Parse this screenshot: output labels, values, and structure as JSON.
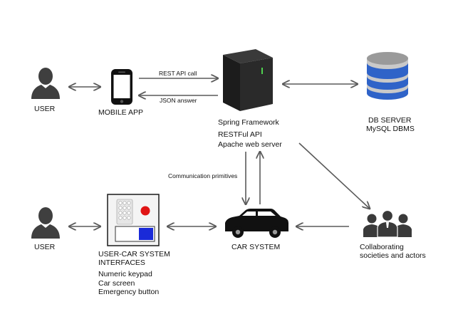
{
  "nodes": {
    "user_top": "USER",
    "mobile_app": "MOBILE APP",
    "server": [
      "Spring Framework",
      "RESTFul API",
      "Apache web server"
    ],
    "db": [
      "DB SERVER",
      "MySQL DBMS"
    ],
    "user_bottom": "USER",
    "interfaces": [
      "USER-CAR SYSTEM",
      "INTERFACES",
      "Numeric keypad",
      "Car screen",
      "Emergency button"
    ],
    "car": "CAR SYSTEM",
    "collab": [
      "Collaborating",
      "societies and actors"
    ]
  },
  "edges": {
    "rest_call": "REST API call",
    "json_answer": "JSON answer",
    "comm": "Communication primitives"
  },
  "colors": {
    "arrow": "#5a5a5a",
    "icon": "#3f3f3f",
    "db_blue": "#2f63c8",
    "emergency_red": "#e01414",
    "screen_blue": "#1a2ad8"
  }
}
